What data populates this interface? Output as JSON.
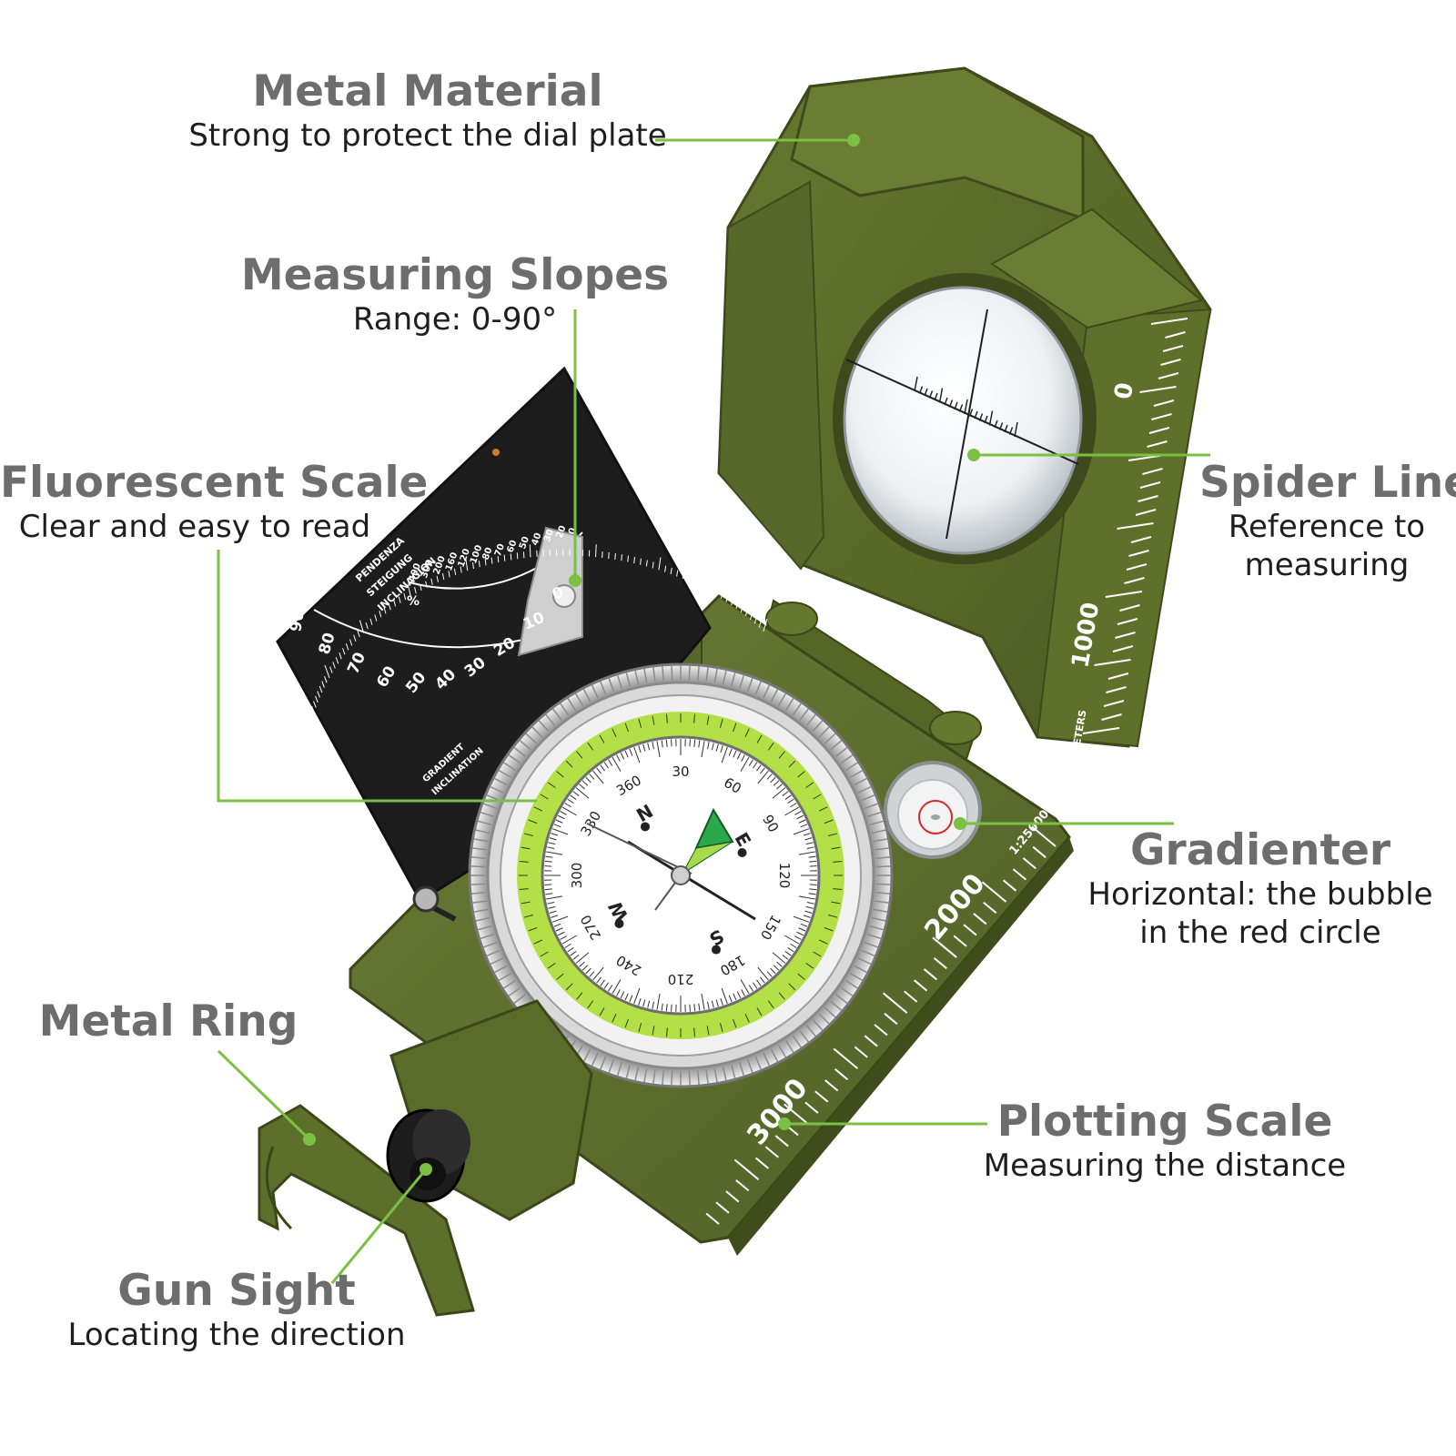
{
  "colors": {
    "leader_line": "#7bc043",
    "olive_body": "#5a6b2e",
    "olive_dark": "#3f4c1f",
    "olive_light": "#6f8139",
    "lumi_green": "#b7e24a",
    "title_gray": "#6d6d6d",
    "text_dark": "#1e1e1e"
  },
  "callouts": {
    "metal_material": {
      "title": "Metal Material",
      "desc": "Strong to protect the dial plate"
    },
    "measuring_slopes": {
      "title": "Measuring Slopes",
      "desc": "Range: 0-90°"
    },
    "fluorescent_scale": {
      "title": "Fluorescent Scale",
      "desc": "Clear and easy to read"
    },
    "spider_line": {
      "title": "Spider Line",
      "desc1": "Reference to",
      "desc2": "measuring"
    },
    "gradienter": {
      "title": "Gradienter",
      "desc1": "Horizontal: the bubble",
      "desc2": "in the red circle"
    },
    "metal_ring": {
      "title": "Metal Ring"
    },
    "plotting_scale": {
      "title": "Plotting Scale",
      "desc": "Measuring the distance"
    },
    "gun_sight": {
      "title": "Gun Sight",
      "desc": "Locating the direction"
    }
  },
  "compass": {
    "lid_scale": {
      "zero": "0",
      "thousand": "1000",
      "unit": "METERS"
    },
    "base_scale": {
      "two_thousand": "2000",
      "three_thousand": "3000",
      "ratio": "1:25000"
    },
    "clinometer": {
      "words": [
        "PENDENZA",
        "STEIGUNG",
        "INCLINAGION"
      ],
      "percent_sign": "%",
      "percent_ticks": [
        "400",
        "300",
        "200",
        "160",
        "120",
        "100",
        "80",
        "70",
        "60",
        "50",
        "40",
        "30",
        "20",
        "0"
      ],
      "degree_ticks": [
        "90",
        "80",
        "70",
        "60",
        "50",
        "40",
        "30",
        "20",
        "10",
        "0"
      ],
      "bottom_label": [
        "GRADIENT",
        "INCLINATION"
      ]
    },
    "dial": {
      "cardinals": [
        "N",
        "E",
        "S",
        "W"
      ],
      "degrees": [
        "30",
        "60",
        "90",
        "120",
        "150",
        "180",
        "210",
        "240",
        "270",
        "300",
        "330",
        "360"
      ]
    }
  }
}
